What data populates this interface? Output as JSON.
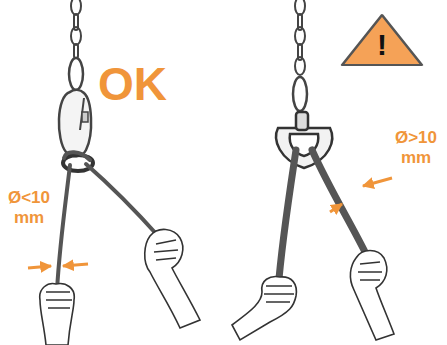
{
  "diagram": {
    "nodes": [
      {
        "text": [
          "!"
        ]
      }
    ],
    "labels": [
      "OK",
      "Ø<10 mm",
      "Ø>10 mm"
    ]
  }
}
